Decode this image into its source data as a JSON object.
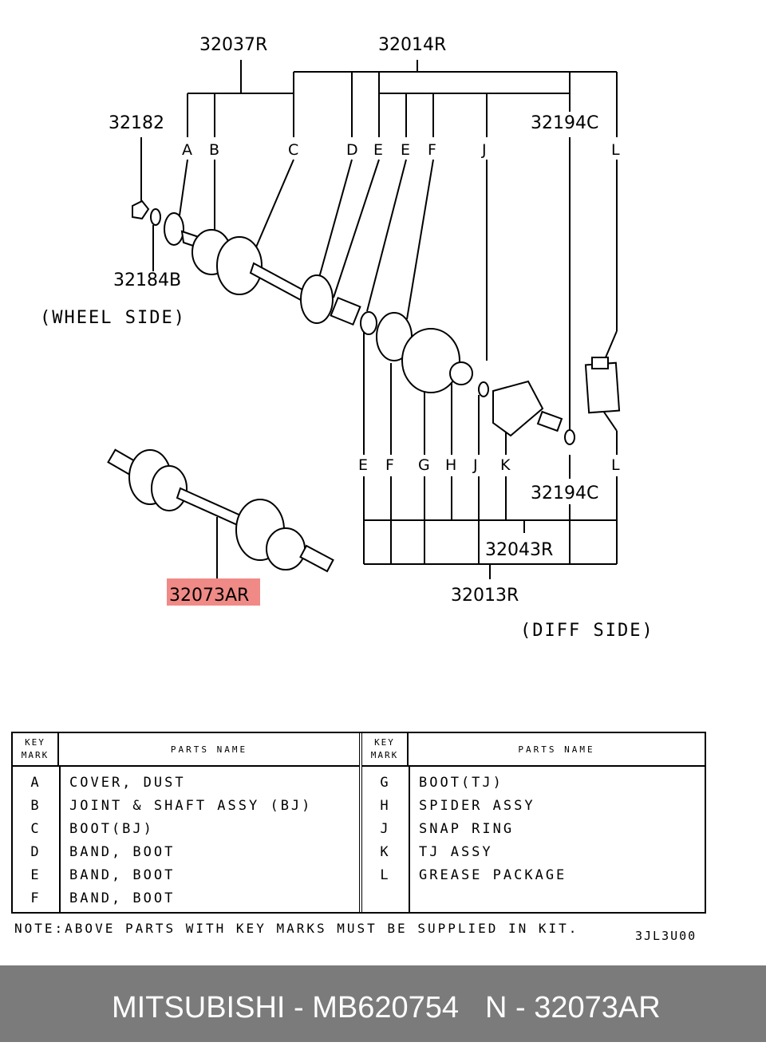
{
  "diagram": {
    "callouts": {
      "p32037R": "32037R",
      "p32014R": "32014R",
      "p32182": "32182",
      "p32194C_top": "32194C",
      "p32184B": "32184B",
      "p32194C_bottom": "32194C",
      "p32043R": "32043R",
      "p32013R": "32013R",
      "p32073AR": "32073AR"
    },
    "top_marks": [
      "A",
      "B",
      "C",
      "D",
      "E",
      "E",
      "F",
      "J",
      "L"
    ],
    "bottom_marks": [
      "E",
      "F",
      "G",
      "H",
      "J",
      "K",
      "L"
    ],
    "wheel_side": "(WHEEL SIDE)",
    "diff_side": "(DIFF SIDE)",
    "highlight_color": "#f08a86"
  },
  "table": {
    "key_header_1": "KEY",
    "key_header_2": "MARK",
    "name_header": "PARTS NAME",
    "left_rows": [
      {
        "key": "A",
        "name": "COVER, DUST"
      },
      {
        "key": "B",
        "name": "JOINT & SHAFT ASSY (BJ)"
      },
      {
        "key": "C",
        "name": "BOOT(BJ)"
      },
      {
        "key": "D",
        "name": "BAND, BOOT"
      },
      {
        "key": "E",
        "name": "BAND, BOOT"
      },
      {
        "key": "F",
        "name": "BAND, BOOT"
      }
    ],
    "right_rows": [
      {
        "key": "G",
        "name": "BOOT(TJ)"
      },
      {
        "key": "H",
        "name": "SPIDER ASSY"
      },
      {
        "key": "J",
        "name": "SNAP RING"
      },
      {
        "key": "K",
        "name": "TJ ASSY"
      },
      {
        "key": "L",
        "name": "GREASE PACKAGE"
      }
    ]
  },
  "note": "NOTE:ABOVE PARTS WITH KEY MARKS MUST BE SUPPLIED IN KIT.",
  "drawing_code": "3JL3U00",
  "footer": {
    "brand_part": "MITSUBISHI - MB620754",
    "ref": "N - 32073AR"
  }
}
